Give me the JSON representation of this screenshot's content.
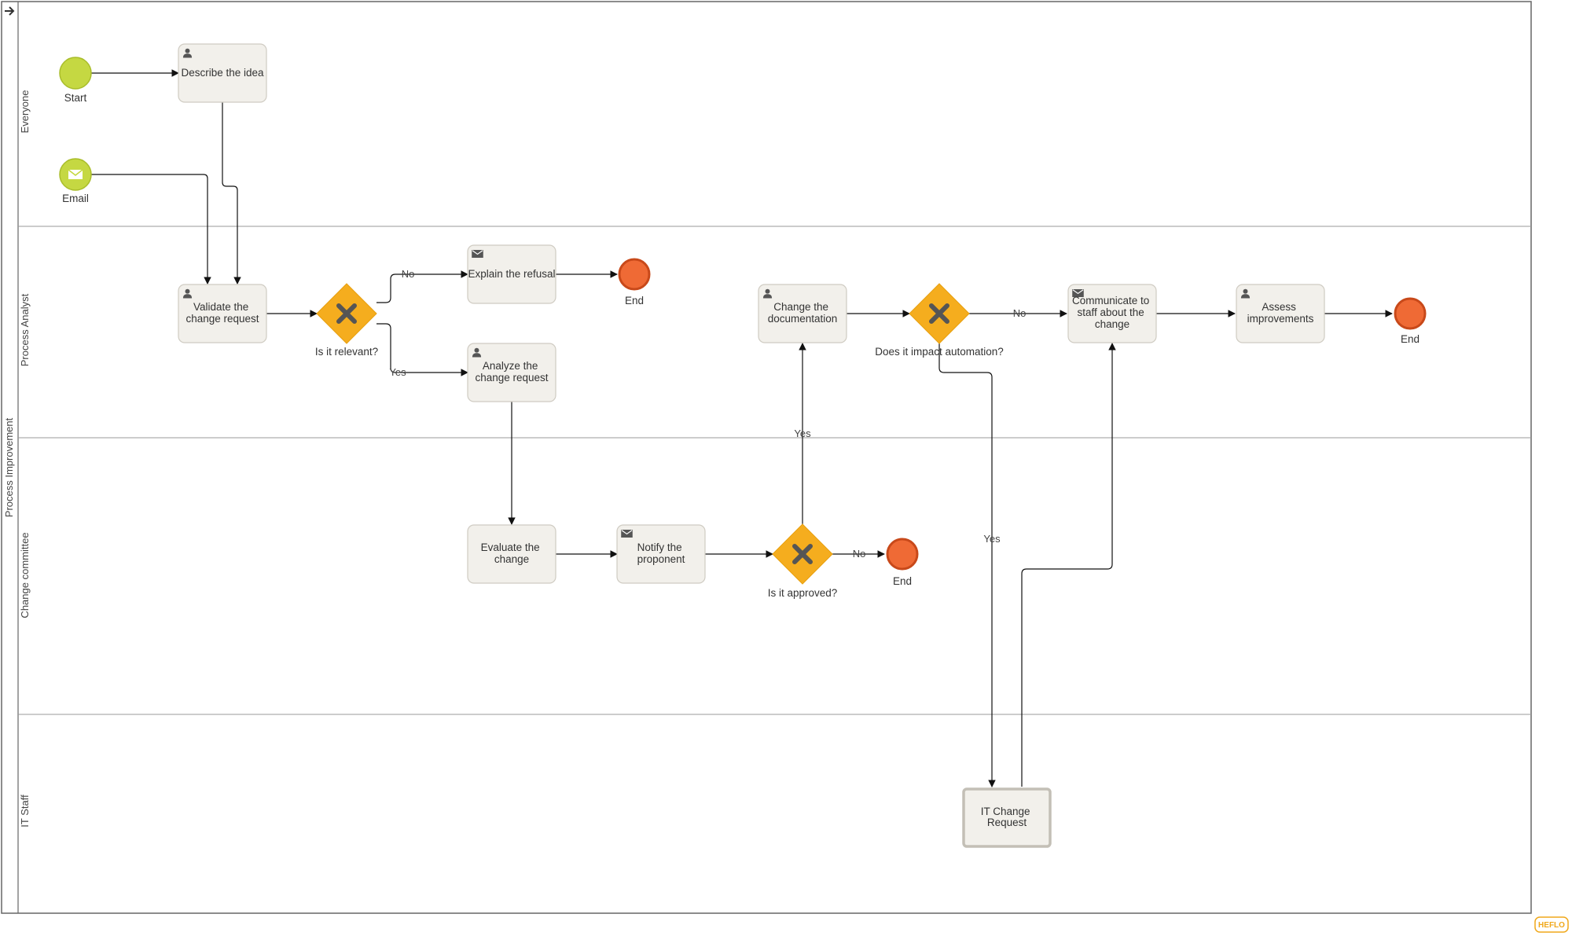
{
  "pool": {
    "name": "Process Improvement",
    "lanes": [
      {
        "id": "everyone",
        "name": "Everyone"
      },
      {
        "id": "process-analyst",
        "name": "Process Analyst"
      },
      {
        "id": "change-committee",
        "name": "Change committee"
      },
      {
        "id": "it-staff",
        "name": "IT Staff"
      }
    ]
  },
  "events": {
    "start": {
      "label": "Start",
      "type": "start"
    },
    "email": {
      "label": "Email",
      "type": "message-start"
    },
    "end_refusal": {
      "label": "End",
      "type": "end"
    },
    "end_not_approved": {
      "label": "End",
      "type": "end"
    },
    "end_final": {
      "label": "End",
      "type": "end"
    }
  },
  "tasks": {
    "describe_idea": {
      "lines": [
        "Describe the idea"
      ],
      "type": "user"
    },
    "validate_request": {
      "lines": [
        "Validate the",
        "change request"
      ],
      "type": "user"
    },
    "explain_refusal": {
      "lines": [
        "Explain the refusal"
      ],
      "type": "send"
    },
    "analyze_request": {
      "lines": [
        "Analyze the",
        "change request"
      ],
      "type": "user"
    },
    "evaluate_change": {
      "lines": [
        "Evaluate the",
        "change"
      ],
      "type": "none"
    },
    "notify_proponent": {
      "lines": [
        "Notify the",
        "proponent"
      ],
      "type": "send"
    },
    "change_documentation": {
      "lines": [
        "Change the",
        "documentation"
      ],
      "type": "user"
    },
    "communicate_staff": {
      "lines": [
        "Communicate to",
        "staff about the",
        "change"
      ],
      "type": "send"
    },
    "assess_improvements": {
      "lines": [
        "Assess",
        "improvements"
      ],
      "type": "user"
    },
    "it_change_request": {
      "lines": [
        "IT Change",
        "Request"
      ],
      "type": "call-activity"
    }
  },
  "gateways": {
    "is_relevant": {
      "label": "Is it relevant?"
    },
    "is_approved": {
      "label": "Is it approved?"
    },
    "impact_automation": {
      "label": "Does it impact automation?"
    }
  },
  "flow_labels": {
    "relevant_no": "No",
    "relevant_yes": "Yes",
    "approved_yes": "Yes",
    "approved_no": "No",
    "impact_no": "No",
    "impact_yes": "Yes"
  },
  "colors": {
    "start_event": "#c5d842",
    "end_event": "#ef6a35",
    "gateway": "#f5ad1e",
    "task_fill": "#f2f0eb",
    "task_stroke": "#cfcbc2"
  },
  "icons": {
    "user_task": "person-icon",
    "send_task": "envelope-icon",
    "gateway": "x-marker-icon",
    "collapse": "arrow-right-icon",
    "brand": "heflo-logo"
  },
  "brand": {
    "logo_text": "HEFLO"
  }
}
